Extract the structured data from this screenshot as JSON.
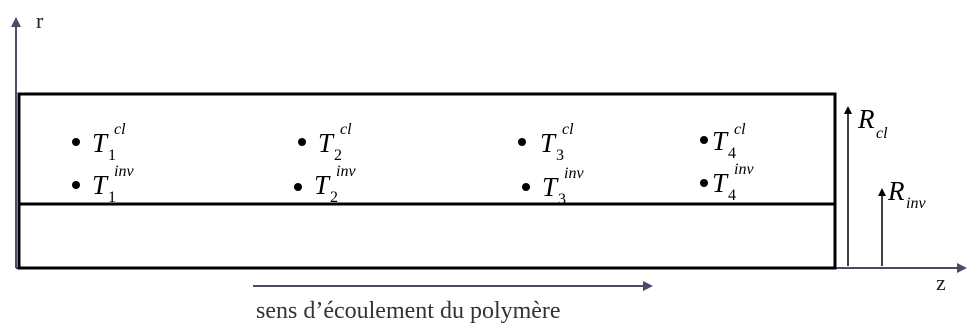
{
  "axes": {
    "r_label": "r",
    "z_label": "z"
  },
  "points": [
    {
      "main": "T",
      "index": "1",
      "sup": "cl"
    },
    {
      "main": "T",
      "index": "2",
      "sup": "cl"
    },
    {
      "main": "T",
      "index": "3",
      "sup": "cl"
    },
    {
      "main": "T",
      "index": "4",
      "sup": "cl"
    },
    {
      "main": "T",
      "index": "1",
      "sup": "inv"
    },
    {
      "main": "T",
      "index": "2",
      "sup": "inv"
    },
    {
      "main": "T",
      "index": "3",
      "sup": "inv"
    },
    {
      "main": "T",
      "index": "4",
      "sup": "inv"
    }
  ],
  "radii": {
    "outer": {
      "main": "R",
      "sub": "cl"
    },
    "inner": {
      "main": "R",
      "sub": "inv"
    }
  },
  "flow": {
    "caption": "sens d’écoulement du polymère"
  },
  "colors": {
    "axis": "#4a4a6a",
    "outline": "#000000"
  }
}
